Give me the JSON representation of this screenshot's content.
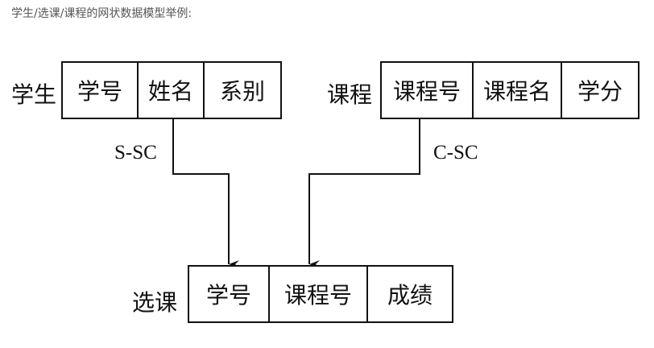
{
  "caption": "学生/选课/课程的网状数据模型举例:",
  "student": {
    "label": "学生",
    "fields": [
      "学号",
      "姓名",
      "系别"
    ]
  },
  "course": {
    "label": "课程",
    "fields": [
      "课程号",
      "课程名",
      "学分"
    ]
  },
  "enrollment": {
    "label": "选课",
    "fields": [
      "学号",
      "课程号",
      "成绩"
    ]
  },
  "links": {
    "s_sc": "S-SC",
    "c_sc": "C-SC"
  }
}
